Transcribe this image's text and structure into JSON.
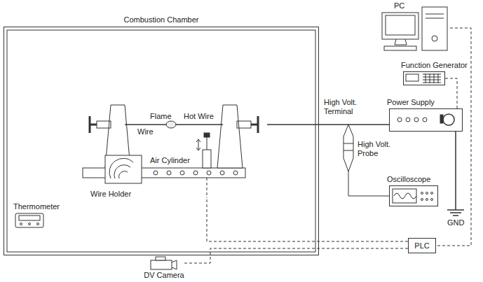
{
  "diagram": {
    "nodes": [
      {
        "text": [
          "Combustion Chamber"
        ]
      },
      {
        "text": [
          "Wire Holder"
        ],
        "in": 0
      },
      {
        "text": [
          "Thermometer"
        ],
        "in": 0
      },
      {
        "text": [
          "PC"
        ]
      },
      {
        "text": [
          "Function Generator"
        ]
      },
      {
        "text": [
          "Power Supply"
        ]
      },
      {
        "text": [
          "Oscilloscope"
        ]
      },
      {
        "text": [
          "PLC"
        ]
      },
      {
        "text": [
          "DV Camera"
        ]
      }
    ],
    "edges": [
      {
        "from": 5,
        "to": 1,
        "arrow": "none"
      },
      {
        "from": 4,
        "to": 5,
        "arrow": "none"
      },
      {
        "from": 3,
        "to": 7,
        "arrow": "none"
      },
      {
        "from": 7,
        "to": 8,
        "arrow": "none"
      },
      {
        "from": 7,
        "to": 1,
        "arrow": "none"
      }
    ],
    "labels": [
      "Flame",
      "Wire",
      "Hot Wire",
      "Air Cylinder",
      "High Volt. Terminal",
      "High Volt. Probe",
      "GND"
    ]
  }
}
